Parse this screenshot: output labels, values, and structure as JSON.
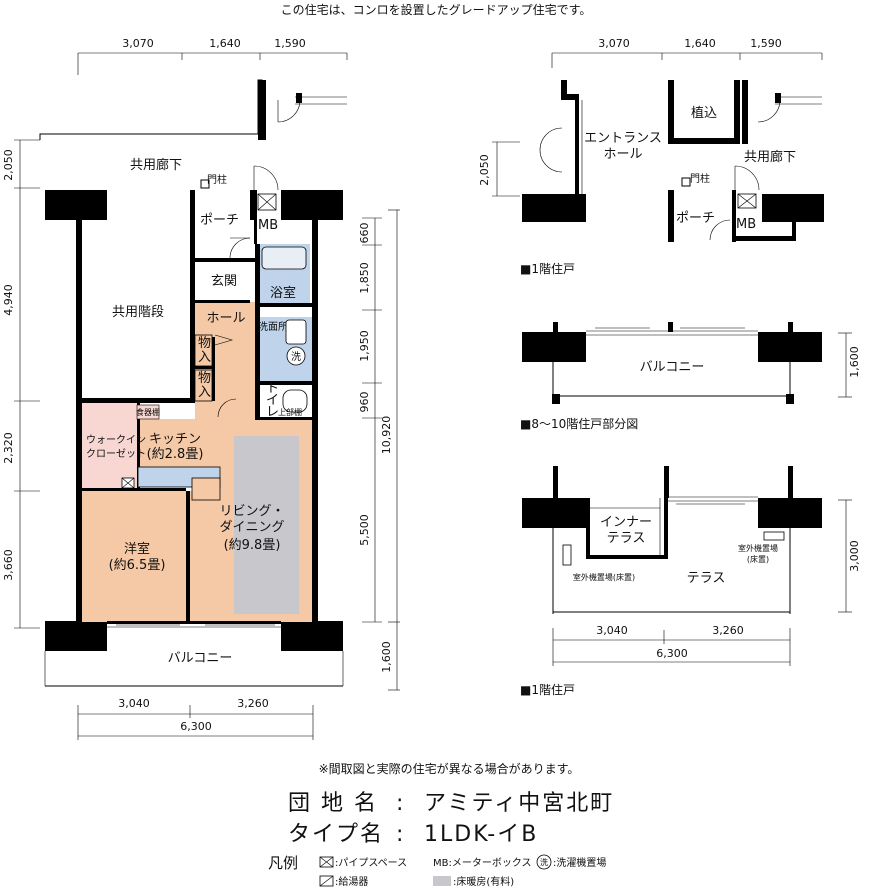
{
  "header_note": "この住宅は、コンロを設置したグレードアップ住宅です。",
  "main_plan": {
    "dims_top": [
      "3,070",
      "1,640",
      "1,590"
    ],
    "dims_left": [
      "2,050",
      "4,940",
      "2,320",
      "3,660"
    ],
    "dims_right_inner": [
      "660",
      "1,850",
      "1,950",
      "960",
      "5,500"
    ],
    "dims_right_outer": [
      "10,920",
      "1,600"
    ],
    "dims_bottom": [
      "3,040",
      "3,260",
      "6,300"
    ],
    "rooms": {
      "corridor": "共用廊下",
      "pillar": "門柱",
      "porch": "ポーチ",
      "mb": "MB",
      "stairs": "共用階段",
      "genkan": "玄関",
      "bath": "浴室",
      "hall": "ホール",
      "washroom": "洗面所",
      "wash": "洗",
      "storage1": "物入",
      "storage2": "物入",
      "toilet": "トイレ",
      "upper_cabinet": "上部棚",
      "dish_washer": "食器棚",
      "walkin": "ウォークイン クローゼット",
      "kitchen": "キッチン",
      "kitchen_size": "(約2.8畳)",
      "living": "リビング・ ダイニング",
      "living_size": "(約9.8畳)",
      "western": "洋室",
      "western_size": "(約6.5畳)",
      "balcony": "バルコニー"
    }
  },
  "first_floor_entrance": {
    "dims_top": [
      "3,070",
      "1,640",
      "1,590"
    ],
    "dim_left": "2,050",
    "entrance_hall": "エントランス ホール",
    "planting": "植込",
    "corridor": "共用廊下",
    "pillar": "門柱",
    "porch": "ポーチ",
    "mb": "MB",
    "caption": "■1階住戸"
  },
  "upper_balcony": {
    "label": "バルコニー",
    "dim_right": "1,600",
    "caption": "■8～10階住戸部分図"
  },
  "first_floor_terrace": {
    "inner_terrace": "インナー テラス",
    "terrace": "テラス",
    "ac_place_left": "室外機置場(床置)",
    "ac_place_right": "室外機置場 (床置)",
    "dim_right": "3,000",
    "dims_bottom": [
      "3,040",
      "3,260",
      "6,300"
    ],
    "caption": "■1階住戸"
  },
  "disclaimer": "※間取図と実際の住宅が異なる場合があります。",
  "info": {
    "complex_label": "団 地 名",
    "complex_value": "アミティ中宮北町",
    "type_label": "タイプ名",
    "type_value": "1LDK-イB",
    "colon": ":"
  },
  "legend": {
    "title": "凡例",
    "pipe_space": ":パイプスペース",
    "mb": "MB:メーターボックス",
    "wash_icon": "洗",
    "wash_place": ":洗濯機置場",
    "water_heater": ":給湯器",
    "floor_heating": ":床暖房(有料)"
  },
  "colors": {
    "room_fill": "#f5c9a6",
    "closet_fill": "#f8d7d2",
    "bath_fill": "#bfd3ea",
    "floor_heating": "#c8c8cc",
    "wall": "#000000"
  }
}
